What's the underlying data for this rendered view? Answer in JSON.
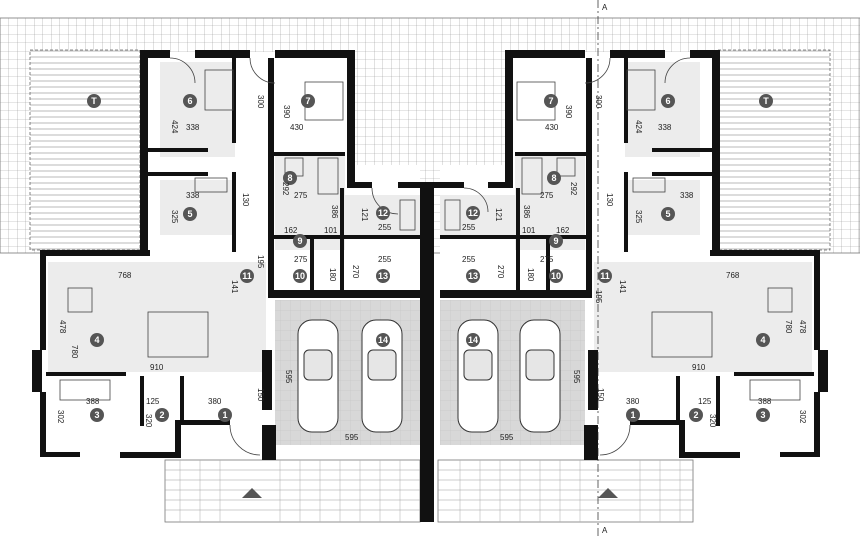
{
  "section_mark": "A",
  "rooms": {
    "r1": "1",
    "r2": "2",
    "r3": "3",
    "r4": "4",
    "r5": "5",
    "r6": "6",
    "r7": "7",
    "r8": "8",
    "r9": "9",
    "r10": "10",
    "r11": "11",
    "r12": "12",
    "r13": "13",
    "r14": "14",
    "rT": "T"
  },
  "dims": {
    "d338": "338",
    "d424": "424",
    "d300": "300",
    "d430": "430",
    "d390": "390",
    "d275": "275",
    "d292": "292",
    "d130": "130",
    "d325": "325",
    "d195": "195",
    "d768": "768",
    "d478": "478",
    "d780": "780",
    "d910": "910",
    "d388": "388",
    "d125": "125",
    "d320": "320",
    "d302": "302",
    "d380": "380",
    "d150": "150",
    "d595": "595",
    "d255": "255",
    "d270": "270",
    "d101": "101",
    "d162": "162",
    "d180": "180",
    "d386": "386",
    "d121": "121",
    "d141": "141"
  }
}
